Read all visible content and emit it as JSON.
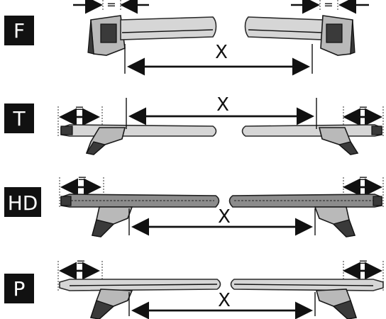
{
  "rows": [
    {
      "badge": "F",
      "measure_label": "X",
      "equal_label_left": "=",
      "equal_label_right": "="
    },
    {
      "badge": "T",
      "measure_label": "X",
      "equal_label_left": "=",
      "equal_label_right": "="
    },
    {
      "badge": "HD",
      "measure_label": "X",
      "equal_label_left": "=",
      "equal_label_right": "="
    },
    {
      "badge": "P",
      "measure_label": "X",
      "equal_label_left": "=",
      "equal_label_right": "="
    }
  ]
}
